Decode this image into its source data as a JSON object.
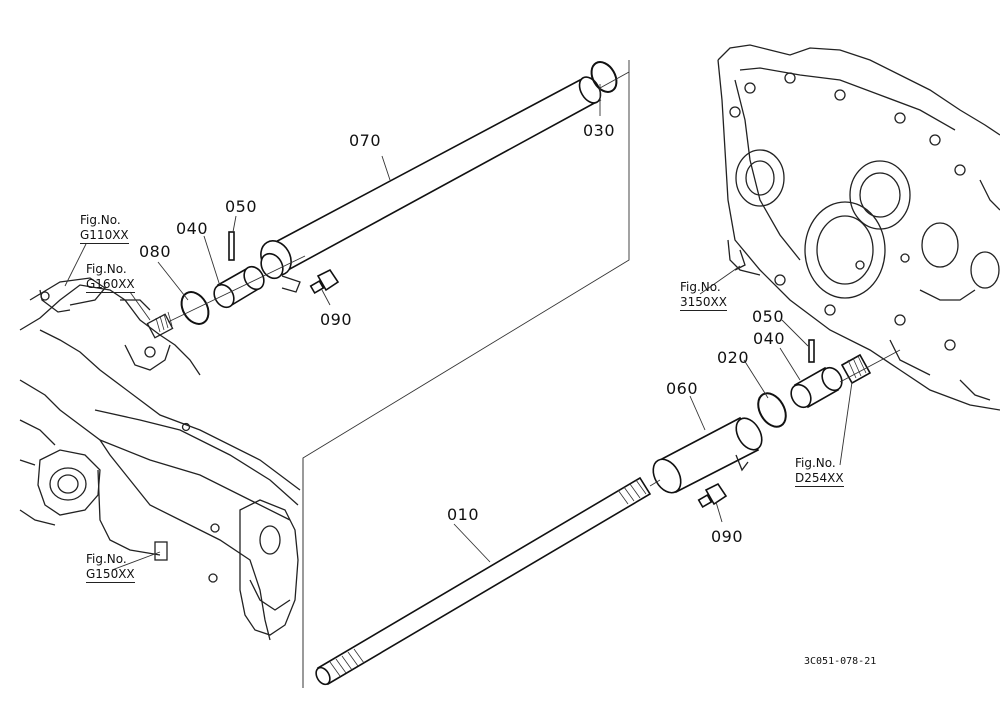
{
  "drawing": {
    "part_labels": {
      "p010": "010",
      "p020": "020",
      "p030": "030",
      "p040_left": "040",
      "p040_right": "040",
      "p050_left": "050",
      "p050_right": "050",
      "p060": "060",
      "p070": "070",
      "p080": "080",
      "p090_left": "090",
      "p090_right": "090"
    },
    "figure_refs": {
      "g110": {
        "line1": "Fig.No.",
        "line2": "G110XX"
      },
      "g160": {
        "line1": "Fig.No.",
        "line2": "G160XX"
      },
      "g150": {
        "line1": "Fig.No.",
        "line2": "G150XX"
      },
      "f3150": {
        "line1": "Fig.No.",
        "line2": "3150XX"
      },
      "d254": {
        "line1": "Fig.No.",
        "line2": "D254XX"
      }
    },
    "drawing_code": "3C051-078-21"
  }
}
